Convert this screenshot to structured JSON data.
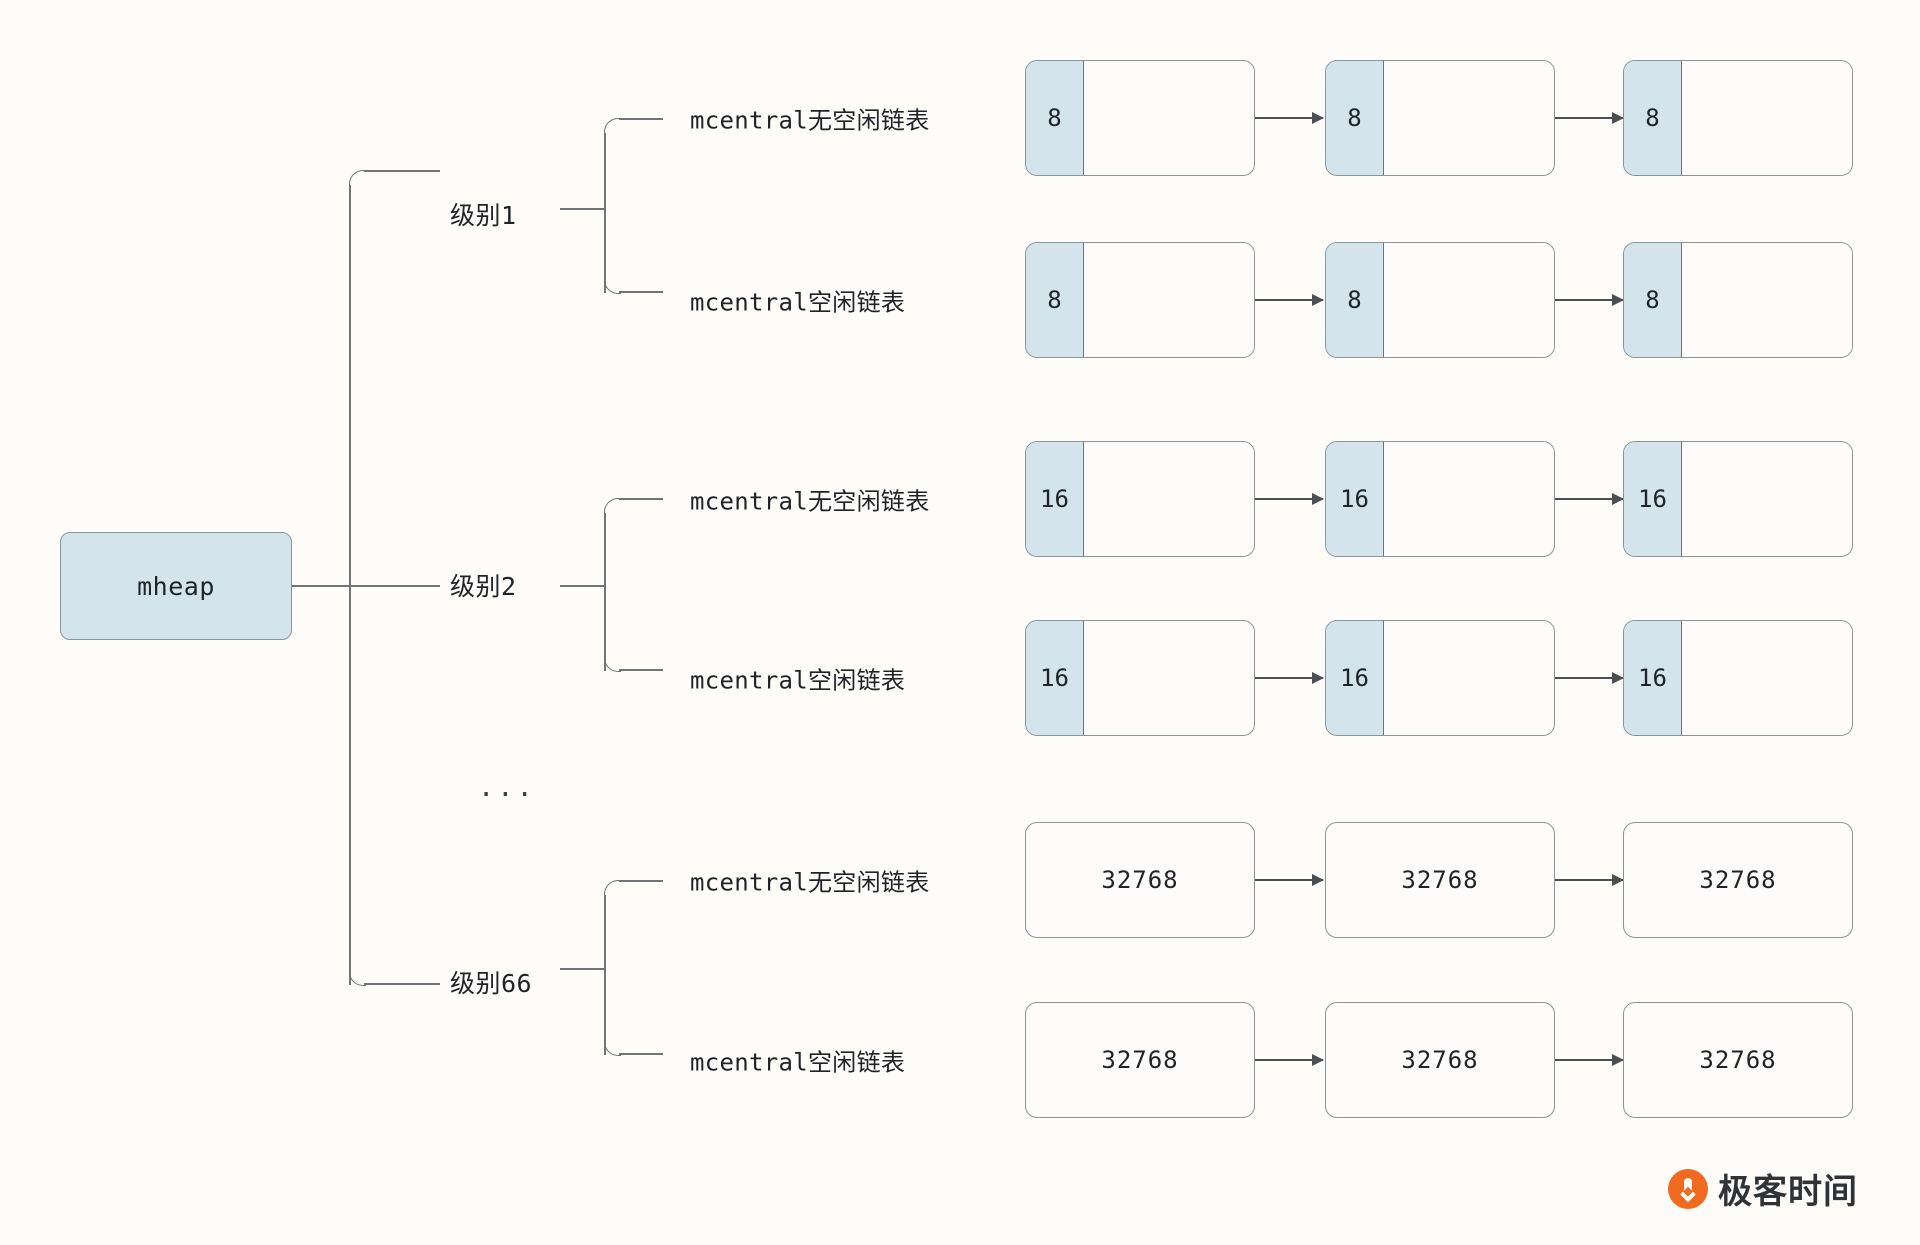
{
  "diagram": {
    "title": "mheap mcentral level lists",
    "root": {
      "label": "mheap"
    },
    "ellipsis": "...",
    "colors": {
      "background": "#fdfcf8",
      "node_blue": "#d4e4ed",
      "node_white": "#fdfcfa",
      "stroke": "#8a9499",
      "connector": "#6f7478",
      "arrow": "#4a4f54",
      "watermark_orange": "#f06b1f"
    },
    "levels": [
      {
        "label": "级别1",
        "lists": [
          {
            "name": "mcentral无空闲链表",
            "nodes": [
              "8",
              "8",
              "8"
            ],
            "style": "split"
          },
          {
            "name": "mcentral空闲链表",
            "nodes": [
              "8",
              "8",
              "8"
            ],
            "style": "split"
          }
        ]
      },
      {
        "label": "级别2",
        "lists": [
          {
            "name": "mcentral无空闲链表",
            "nodes": [
              "16",
              "16",
              "16"
            ],
            "style": "split"
          },
          {
            "name": "mcentral空闲链表",
            "nodes": [
              "16",
              "16",
              "16"
            ],
            "style": "split"
          }
        ]
      },
      {
        "label": "级别66",
        "lists": [
          {
            "name": "mcentral无空闲链表",
            "nodes": [
              "32768",
              "32768",
              "32768"
            ],
            "style": "plain"
          },
          {
            "name": "mcentral空闲链表",
            "nodes": [
              "32768",
              "32768",
              "32768"
            ],
            "style": "plain"
          }
        ]
      }
    ]
  },
  "watermark": {
    "text": "极客时间",
    "logo": "geekbang-logo-icon"
  }
}
